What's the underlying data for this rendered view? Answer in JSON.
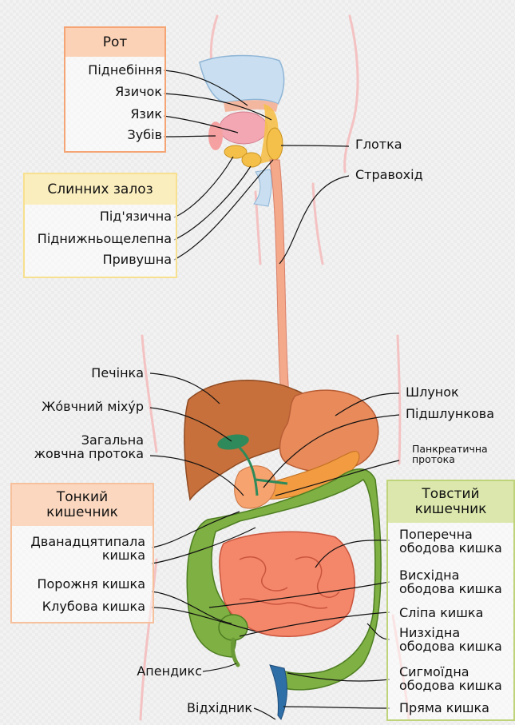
{
  "colors": {
    "mouth_box": "#f5a575",
    "mouth_head": "#fbd2b6",
    "salivary_box": "#f7e08f",
    "salivary_head": "#fbeebe",
    "small_int_box": "#f7c09c",
    "small_int_head": "#fbd7bf",
    "large_int_box": "#bfd47a",
    "large_int_head": "#dbe7ac",
    "liver": "#c7703b",
    "stomach": "#e88a5a",
    "esophagus": "#f4a98a",
    "pancreas": "#f29b41",
    "small_intestine": "#f4866a",
    "large_intestine": "#7fb043",
    "rectum": "#2f6fa7",
    "gallbladder": "#2e8a5a",
    "salivary_gland": "#f5c04a",
    "nasal_cavity": "#c9dff1"
  },
  "groups": {
    "mouth": {
      "title": "Рот",
      "items": [
        "Піднебіння",
        "Язичок",
        "Язик",
        "Зубів"
      ]
    },
    "salivary": {
      "title": "Слинних залоз",
      "items": [
        "Під'язична",
        "Піднижньощелепна",
        "Привушна"
      ]
    },
    "small_intestine": {
      "title_line1": "Тонкий",
      "title_line2": "кишечник",
      "duodenum_line1": "Дванадцятипала",
      "duodenum_line2": "кишка",
      "jejunum": "Порожня кишка",
      "ileum": "Клубова кишка"
    },
    "large_intestine": {
      "title_line1": "Товстий",
      "title_line2": "кишечник",
      "transverse_line1": "Поперечна",
      "transverse_line2": "ободова кишка",
      "ascending_line1": "Висхідна",
      "ascending_line2": "ободова кишка",
      "cecum": "Сліпа кишка",
      "descending_line1": "Низхідна",
      "descending_line2": "ободова кишка",
      "sigmoid_line1": "Сигмоїдна",
      "sigmoid_line2": "ободова кишка",
      "rectum": "Пряма кишка"
    }
  },
  "labels": {
    "pharynx": "Глотка",
    "esophagus": "Стравохід",
    "liver": "Печінка",
    "gallbladder": "Жо́вчний міху́р",
    "common_bile_duct_line1": "Загальна",
    "common_bile_duct_line2": "жовчна протока",
    "stomach": "Шлунок",
    "pancreas": "Підшлункова",
    "pancreatic_duct_line1": "Панкреатична",
    "pancreatic_duct_line2": "протока",
    "appendix": "Апендикс",
    "anus": "Відхідник"
  }
}
